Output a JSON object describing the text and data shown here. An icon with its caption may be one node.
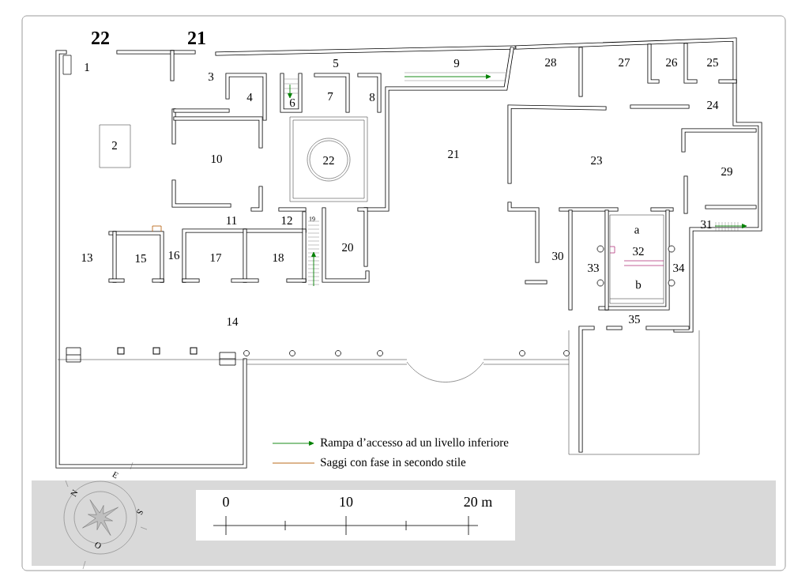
{
  "diagram": {
    "labels": [
      "22",
      "21",
      "1",
      "3",
      "5",
      "9",
      "28",
      "27",
      "26",
      "25",
      "4",
      "6",
      "7",
      "8",
      "24",
      "2",
      "21",
      "10",
      "22",
      "23",
      "29",
      "11",
      "12",
      "19",
      "31",
      "a",
      "13",
      "15",
      "16",
      "17",
      "18",
      "20",
      "30",
      "32",
      "33",
      "34",
      "b",
      "14",
      "35",
      "N",
      "E",
      "S",
      "O",
      "0",
      "10",
      "20 m"
    ],
    "legend": [
      {
        "text": "Rampa d’accesso ad un livello inferiore"
      },
      {
        "text": "Saggi con fase in secondo stile"
      }
    ]
  }
}
